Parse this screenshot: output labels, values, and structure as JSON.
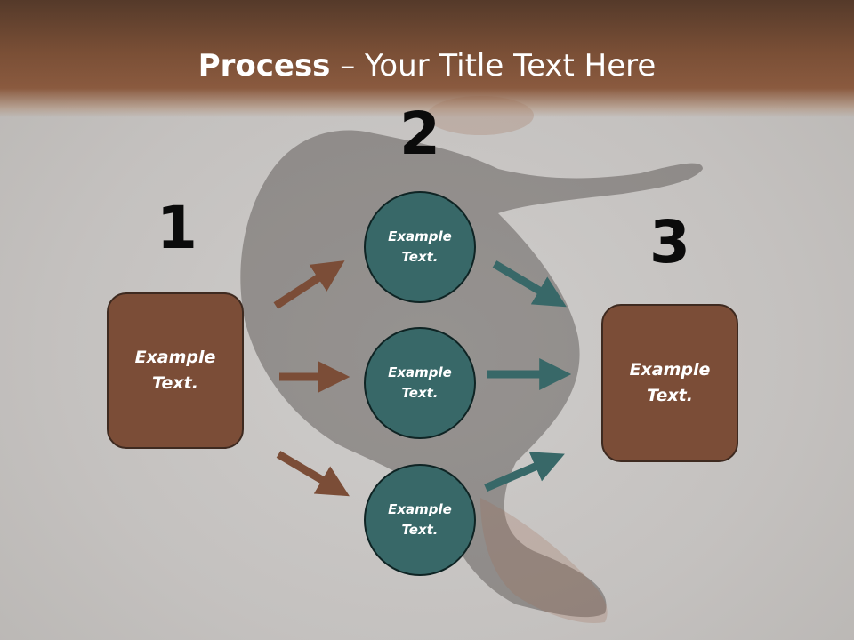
{
  "title": {
    "bold": "Process",
    "rest": " – Your Title Text Here"
  },
  "steps": {
    "one": {
      "number": "1",
      "text": "Example\nText."
    },
    "two": {
      "number": "2"
    },
    "three": {
      "number": "3",
      "text": "Example\nText."
    }
  },
  "circles": [
    {
      "text": "Example\nText."
    },
    {
      "text": "Example\nText."
    },
    {
      "text": "Example\nText."
    }
  ],
  "colors": {
    "brown": "#7b4d37",
    "teal": "#386868",
    "header": "#7a4f36"
  }
}
